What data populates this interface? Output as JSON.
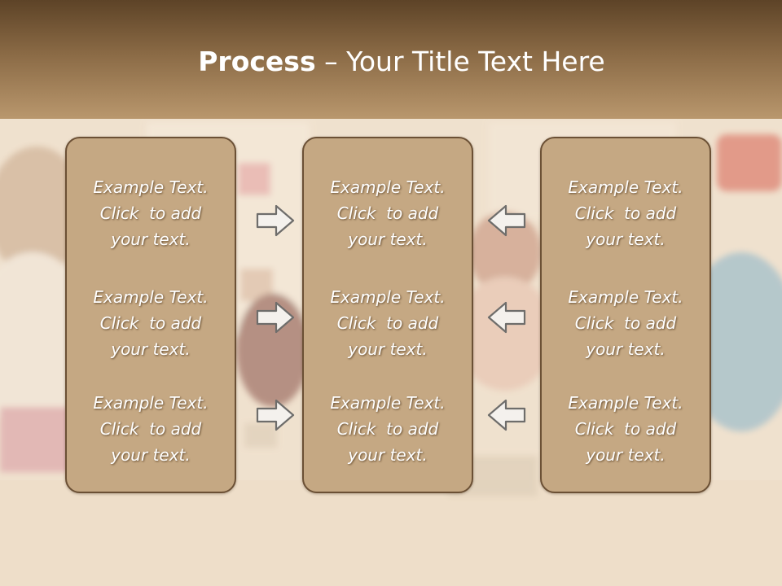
{
  "title": {
    "bold": "Process",
    "dash": "–",
    "rest": "Your Title Text Here"
  },
  "columns": [
    {
      "items": [
        {
          "line1": "Example Text.",
          "line2": "Click  to add",
          "line3": "your text."
        },
        {
          "line1": "Example Text.",
          "line2": "Click  to add",
          "line3": "your text."
        },
        {
          "line1": "Example Text.",
          "line2": "Click  to add",
          "line3": "your text."
        }
      ]
    },
    {
      "items": [
        {
          "line1": "Example Text.",
          "line2": "Click  to add",
          "line3": "your text."
        },
        {
          "line1": "Example Text.",
          "line2": "Click  to add",
          "line3": "your text."
        },
        {
          "line1": "Example Text.",
          "line2": "Click  to add",
          "line3": "your text."
        }
      ]
    },
    {
      "items": [
        {
          "line1": "Example Text.",
          "line2": "Click  to add",
          "line3": "your text."
        },
        {
          "line1": "Example Text.",
          "line2": "Click  to add",
          "line3": "your text."
        },
        {
          "line1": "Example Text.",
          "line2": "Click  to add",
          "line3": "your text."
        }
      ]
    }
  ],
  "arrows": {
    "left_group": "arrow-right-icon",
    "right_group": "arrow-left-icon"
  },
  "colors": {
    "header": "#8a6a45",
    "box_fill": "#c5a883",
    "box_border": "#6b5035",
    "text": "#ffffff"
  }
}
